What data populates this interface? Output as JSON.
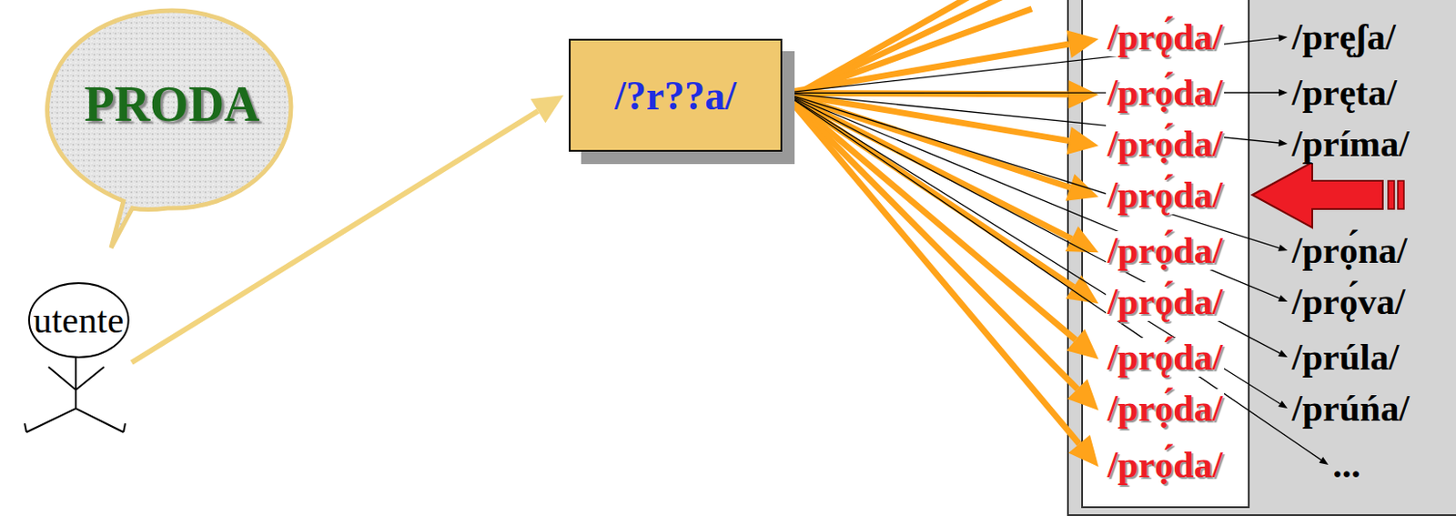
{
  "diagram": {
    "nodes": [
      {
        "text": [
          "PRODA"
        ]
      },
      {
        "text": [
          "utente"
        ]
      },
      {
        "text": [
          "/?r??a/"
        ]
      },
      {
        "text": [
          "/prǫ́da/"
        ]
      },
      {
        "text": [
          "/prọ́da/"
        ]
      },
      {
        "text": [
          "/prọ́da/"
        ]
      },
      {
        "text": [
          "/prǫ́da/"
        ]
      },
      {
        "text": [
          "/prọ́da/"
        ]
      },
      {
        "text": [
          "/prǫ́da/"
        ]
      },
      {
        "text": [
          "/prǫ́da/"
        ]
      },
      {
        "text": [
          "/prọ́da/"
        ]
      },
      {
        "text": [
          "/prọ́da/"
        ]
      },
      {
        "text": [
          "/pręʃa/"
        ]
      },
      {
        "text": [
          "/pręta/"
        ]
      },
      {
        "text": [
          "/príma/"
        ]
      },
      {
        "text": [
          "/prọ́na/"
        ]
      },
      {
        "text": [
          "/prǫ́va/"
        ]
      },
      {
        "text": [
          "/prúla/"
        ]
      },
      {
        "text": [
          "/prúńa/"
        ]
      },
      {
        "text": [
          "..."
        ]
      }
    ],
    "edges": [
      {
        "from": 1,
        "to": 2,
        "arrow": "to"
      },
      {
        "from": 2,
        "to": 3,
        "arrow": "to"
      },
      {
        "from": 2,
        "to": 4,
        "arrow": "to"
      },
      {
        "from": 2,
        "to": 5,
        "arrow": "to"
      },
      {
        "from": 2,
        "to": 6,
        "arrow": "to"
      },
      {
        "from": 2,
        "to": 7,
        "arrow": "to"
      },
      {
        "from": 2,
        "to": 8,
        "arrow": "to"
      },
      {
        "from": 2,
        "to": 9,
        "arrow": "to"
      },
      {
        "from": 2,
        "to": 10,
        "arrow": "to"
      },
      {
        "from": 2,
        "to": 11,
        "arrow": "to"
      },
      {
        "from": 2,
        "to": 12,
        "arrow": "to"
      },
      {
        "from": 2,
        "to": 13,
        "arrow": "to"
      },
      {
        "from": 2,
        "to": 14,
        "arrow": "to"
      },
      {
        "from": 2,
        "to": 15,
        "arrow": "to"
      },
      {
        "from": 2,
        "to": 16,
        "arrow": "to"
      },
      {
        "from": 2,
        "to": 17,
        "arrow": "to"
      },
      {
        "from": 2,
        "to": 18,
        "arrow": "to"
      },
      {
        "from": 2,
        "to": 19,
        "arrow": "to"
      }
    ],
    "labels": [
      "?"
    ]
  }
}
